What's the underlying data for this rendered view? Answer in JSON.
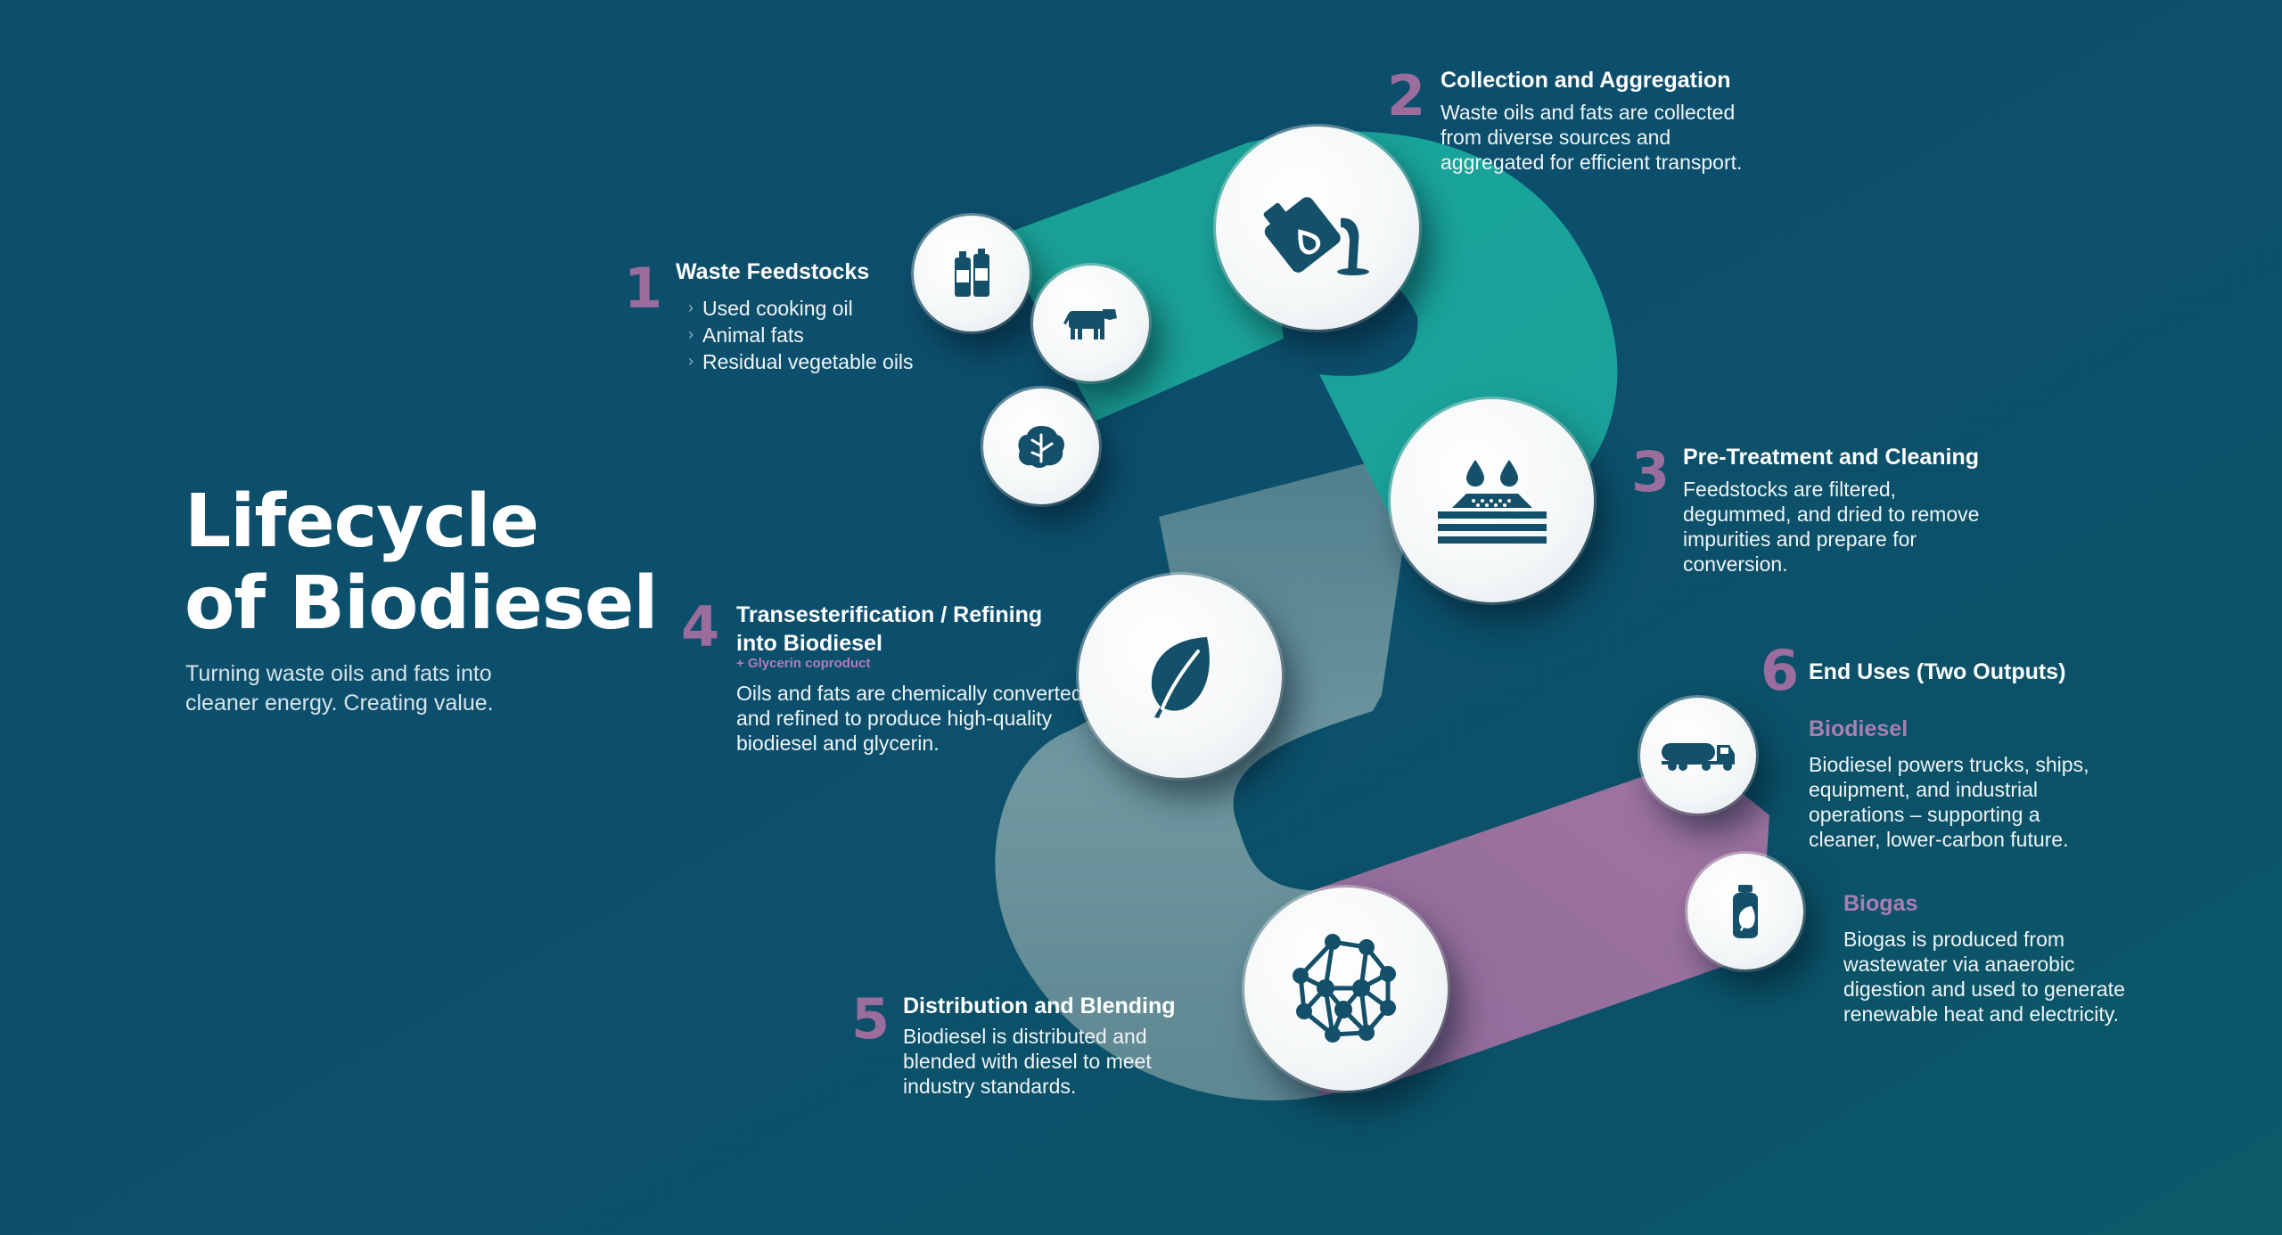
{
  "title": {
    "line1": "Lifecycle",
    "line2": "of Biodiesel"
  },
  "subtitle": "Turning waste oils and fats into cleaner energy. Creating value.",
  "colors": {
    "background": "#0e4e6a",
    "ribbon_teal": "#1ba89c",
    "ribbon_gray": "#5e8d98",
    "ribbon_purple": "#9b6f9f",
    "number": "#9a6d9d",
    "icon": "#15506a"
  },
  "steps": [
    {
      "number": "1",
      "title": "Waste Feedstocks",
      "bullets": [
        "Used cooking oil",
        "Animal fats",
        "Residual vegetable oils"
      ],
      "icons": [
        "oil-bottles-icon",
        "cow-icon",
        "vegetable-icon"
      ]
    },
    {
      "number": "2",
      "title": "Collection and Aggregation",
      "description": "Waste oils and fats are collected from diverse sources and aggregated for efficient transport.",
      "icon": "oil-canister-icon"
    },
    {
      "number": "3",
      "title": "Pre-Treatment and Cleaning",
      "description": "Feedstocks are filtered, degummed, and dried to remove impurities and prepare for conversion.",
      "icon": "filter-layers-icon"
    },
    {
      "number": "4",
      "title": "Transesterification / Refining into Biodiesel",
      "coproduct": "+ Glycerin coproduct",
      "description": "Oils and fats are chemically converted and refined to produce high-quality biodiesel and glycerin.",
      "icon": "leaf-icon"
    },
    {
      "number": "5",
      "title": "Distribution and Blending",
      "description": "Biodiesel is distributed and blended with diesel to meet industry standards.",
      "icon": "network-icon"
    },
    {
      "number": "6",
      "title": "End Uses (Two Outputs)",
      "outputs": [
        {
          "title": "Biodiesel",
          "description": "Biodiesel powers trucks, ships, equipment, and industrial operations – supporting a cleaner, lower-carbon future.",
          "icon": "tanker-truck-icon"
        },
        {
          "title": "Biogas",
          "description": "Biogas is produced from wastewater via anaerobic digestion and used to generate renewable heat and electricity.",
          "icon": "gas-cylinder-icon"
        }
      ]
    }
  ]
}
